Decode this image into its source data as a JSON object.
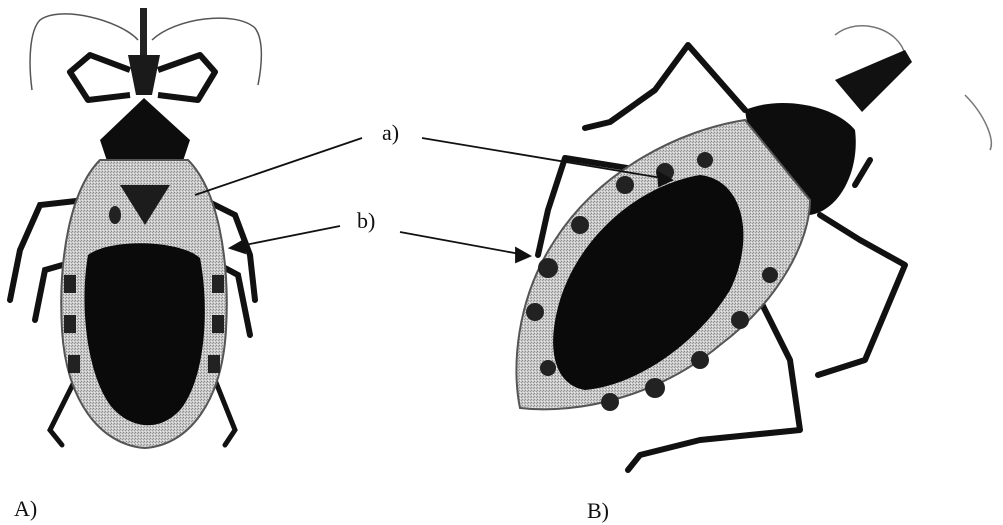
{
  "figure": {
    "labels": {
      "a": "a)",
      "b": "b)",
      "panel_a": "A)",
      "panel_b": "B)"
    }
  }
}
